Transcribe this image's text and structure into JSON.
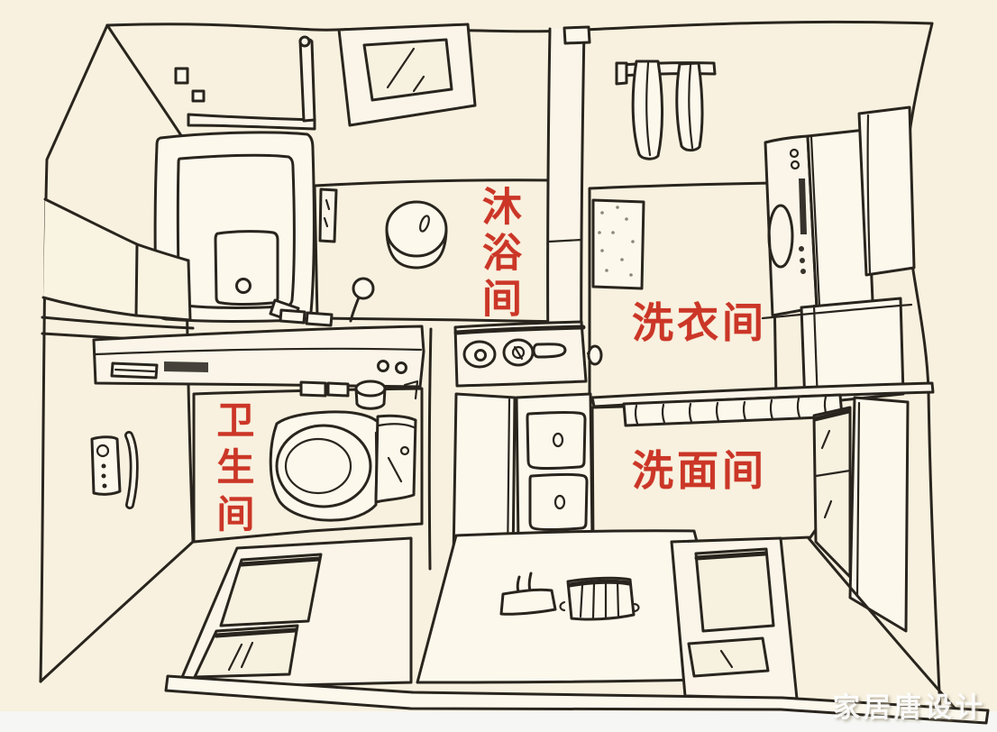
{
  "illustration": {
    "description": "hand-drawn plan of separated japanese bathroom",
    "watermark": "家居唐设计",
    "rooms": [
      {
        "id": "shower",
        "label": "沐浴间"
      },
      {
        "id": "laundry",
        "label": "洗衣间"
      },
      {
        "id": "toilet",
        "label": "卫生间"
      },
      {
        "id": "washroom",
        "label": "洗面间"
      }
    ],
    "colors": {
      "background": "#f8f1df",
      "bottom_strip": "#f6f7f4",
      "line": "#29251e",
      "label_red": "#cb3627",
      "shower_floor": "#d9b38a",
      "laundry_floor": "#eed9ae",
      "toilet_floor": "#f0e9cc",
      "washroom_floor": "#f3ecd4",
      "watermark_text": "#ffffff"
    }
  }
}
